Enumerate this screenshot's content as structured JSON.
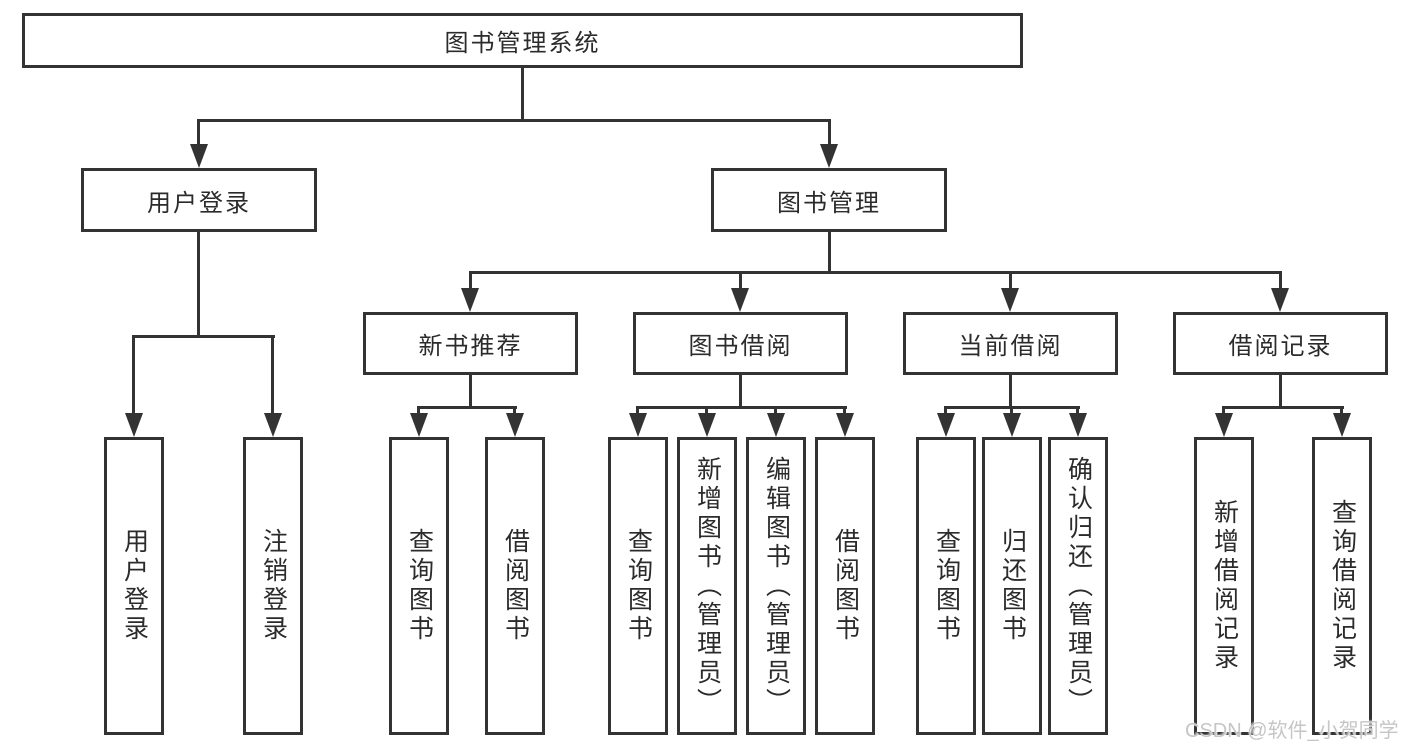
{
  "diagram": {
    "root_label": "图书管理系统",
    "user_login": {
      "label": "用户登录",
      "leaves": [
        "用户登录",
        "注销登录"
      ]
    },
    "book_management": {
      "label": "图书管理"
    },
    "sections": [
      {
        "label": "新书推荐",
        "leaves": [
          "查询图书",
          "借阅图书"
        ]
      },
      {
        "label": "图书借阅",
        "leaves": [
          "查询图书",
          "新增图书（管理员）",
          "编辑图书（管理员）",
          "借阅图书"
        ]
      },
      {
        "label": "当前借阅",
        "leaves": [
          "查询图书",
          "归还图书",
          "确认归还（管理员）"
        ]
      },
      {
        "label": "借阅记录",
        "leaves": [
          "新增借阅记录",
          "查询借阅记录"
        ]
      }
    ],
    "colors": {
      "line": "#333333",
      "text": "#2b2b2b",
      "box_fill": "#ffffff",
      "background": "#ffffff",
      "watermark": "#c6c6c6"
    }
  },
  "watermark": "CSDN @软件_小贺同学"
}
